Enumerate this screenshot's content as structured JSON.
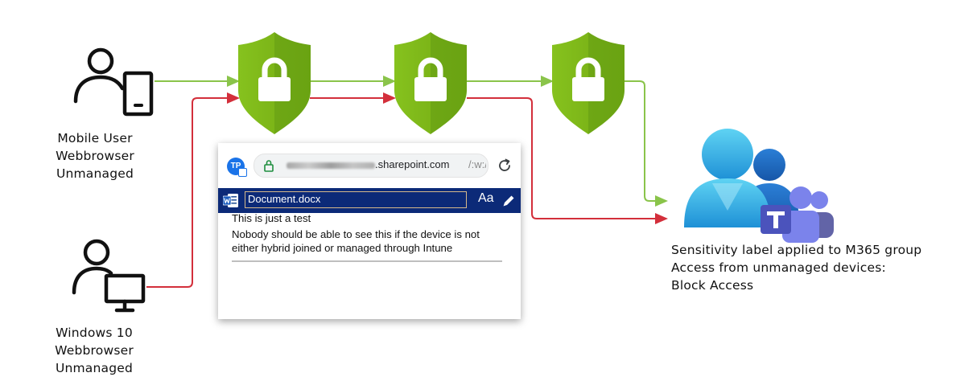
{
  "actors": {
    "mobile": {
      "icon": "mobile-user-icon",
      "lines": [
        "Mobile User",
        "Webbrowser",
        "Unmanaged"
      ]
    },
    "windows": {
      "icon": "desktop-user-icon",
      "lines": [
        "Windows 10",
        "Webbrowser",
        "Unmanaged"
      ]
    }
  },
  "policy_shields": {
    "icon": "lock-shield-icon",
    "count": 3,
    "color": "#7ab51d"
  },
  "connections": {
    "allowed_color": "#8ac44a",
    "blocked_color": "#d32f3b"
  },
  "target": {
    "icon": "teams-group-icon",
    "lines": [
      "Sensitivity label applied to M365 group",
      "Access from unmanaged devices:",
      "Block Access"
    ]
  },
  "browser": {
    "avatar_initials": "TP",
    "url_domain": ".sharepoint.com",
    "url_path": "/:w:/r/s",
    "document_name": "Document.docx",
    "font_button": "Aa",
    "doc_lines": [
      "This is just a test",
      "Nobody should be able to see this if the device is not",
      "either hybrid joined or managed through Intune"
    ],
    "toolbar_color": "#0c2a78"
  }
}
